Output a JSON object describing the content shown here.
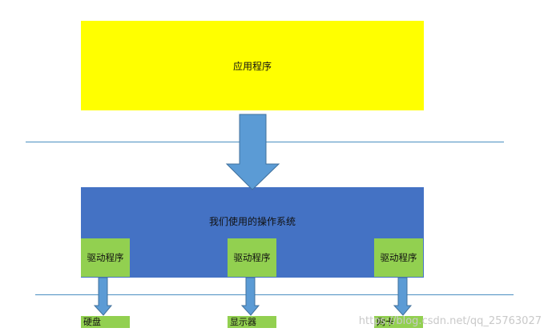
{
  "application": {
    "label": "应用程序"
  },
  "os": {
    "label": "我们使用的操作系统"
  },
  "drivers": [
    {
      "label": "驱动程序"
    },
    {
      "label": "驱动程序"
    },
    {
      "label": "驱动程序"
    }
  ],
  "devices": [
    {
      "label": "硬盘"
    },
    {
      "label": "显示器"
    },
    {
      "label": "网卡"
    }
  ],
  "watermark": "https://blog.csdn.net/qq_25763027",
  "colors": {
    "application_fill": "#ffff00",
    "os_fill": "#4472c4",
    "driver_fill": "#92d050",
    "arrow_fill": "#5b9bd5",
    "line": "#4a8fc1"
  }
}
